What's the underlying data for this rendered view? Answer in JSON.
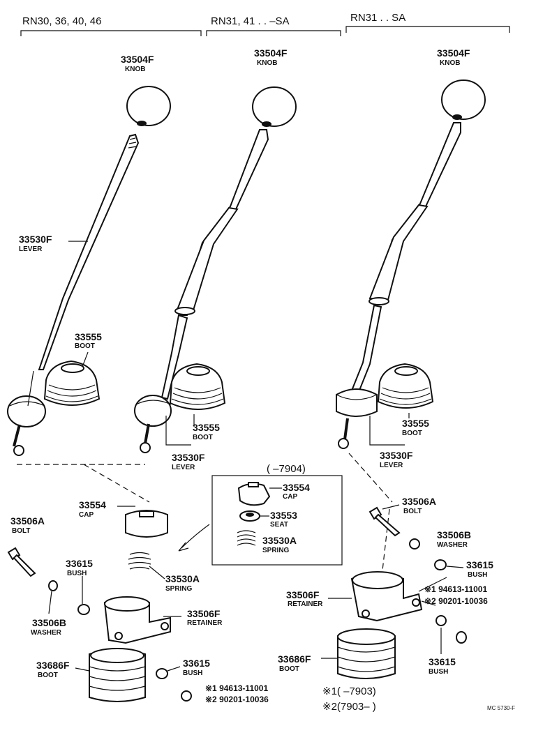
{
  "headers": {
    "group1": "RN30, 36, 40, 46",
    "group2": "RN31, 41 . .     –SA",
    "group3": "RN31 . . SA"
  },
  "col1": {
    "knob_num": "33504F",
    "knob": "KNOB",
    "lever_num": "33530F",
    "lever": "LEVER",
    "boot_num": "33555",
    "boot": "BOOT"
  },
  "col2": {
    "knob_num": "33504F",
    "knob": "KNOB",
    "boot_num": "33555",
    "boot": "BOOT",
    "lever_num": "33530F",
    "lever": "LEVER"
  },
  "col3": {
    "knob_num": "33504F",
    "knob": "KNOB",
    "boot_num": "33555",
    "boot": "BOOT",
    "lever_num": "33530F",
    "lever": "LEVER"
  },
  "left_lower": {
    "cap_num": "33554",
    "cap": "CAP",
    "bolt_num": "33506A",
    "bolt": "BOLT",
    "bush1_num": "33615",
    "bush1": "BUSH",
    "spring_num": "33530A",
    "spring": "SPRING",
    "washer_num": "33506B",
    "washer": "WASHER",
    "retainer_num": "33506F",
    "retainer": "RETAINER",
    "boot2_num": "33686F",
    "boot2": "BOOT",
    "bush2_num": "33615",
    "bush2": "BUSH",
    "ref1": "※1  94613-11001",
    "ref2": "※2  90201-10036"
  },
  "inset": {
    "range": "(          –7904)",
    "cap_num": "33554",
    "cap": "CAP",
    "seat_num": "33553",
    "seat": "SEAT",
    "spring_num": "33530A",
    "spring": "SPRING"
  },
  "right_lower": {
    "bolt_num": "33506A",
    "bolt": "BOLT",
    "washer_num": "33506B",
    "washer": "WASHER",
    "bush1_num": "33615",
    "bush1": "BUSH",
    "retainer_num": "33506F",
    "retainer": "RETAINER",
    "ref1": "※1  94613-11001",
    "ref2": "※2  90201-10036",
    "boot2_num": "33686F",
    "boot2": "BOOT",
    "bush2_num": "33615",
    "bush2": "BUSH",
    "note1": "※1(          –7903)",
    "note2": "※2(7903–          )"
  },
  "footer_code": "MC 5730-F"
}
